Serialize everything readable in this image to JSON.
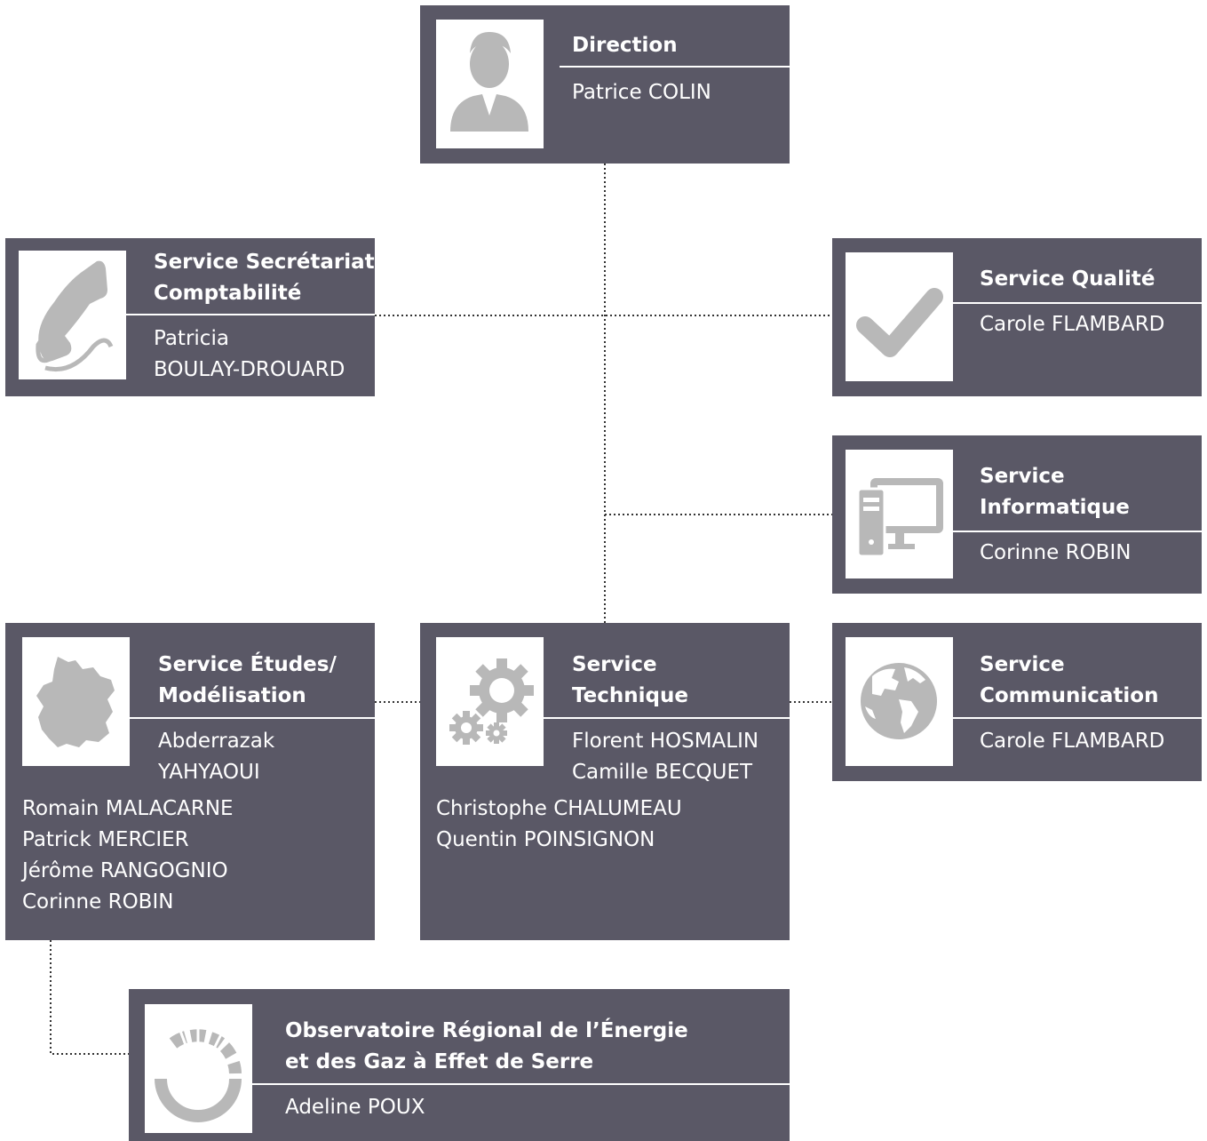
{
  "direction": {
    "title": "Direction",
    "names": [
      "Patrice COLIN"
    ],
    "icon": "person-icon"
  },
  "secretariat": {
    "title_lines": [
      "Service Secrétariat",
      "Comptabilité"
    ],
    "names": [
      "Patricia",
      "BOULAY-DROUARD"
    ],
    "icon": "telephone-icon"
  },
  "qualite": {
    "title_lines": [
      "Service Qualité"
    ],
    "names": [
      "Carole FLAMBARD"
    ],
    "icon": "checkmark-icon"
  },
  "informatique": {
    "title_lines": [
      "Service",
      "Informatique"
    ],
    "names": [
      "Corinne ROBIN"
    ],
    "icon": "computer-icon"
  },
  "etudes": {
    "title_lines": [
      "Service Études/",
      "Modélisation"
    ],
    "names": [
      "Abderrazak",
      "YAHYAOUI"
    ],
    "extra_names": [
      "Romain MALACARNE",
      "Patrick MERCIER",
      "Jérôme RANGOGNIO",
      "Corinne ROBIN"
    ],
    "icon": "region-map-icon"
  },
  "technique": {
    "title_lines": [
      "Service",
      "Technique"
    ],
    "names": [
      "Florent HOSMALIN",
      "Camille BECQUET"
    ],
    "extra_names": [
      "Christophe CHALUMEAU",
      "Quentin POINSIGNON"
    ],
    "icon": "gears-icon"
  },
  "communication": {
    "title_lines": [
      "Service",
      "Communication"
    ],
    "names": [
      "Carole FLAMBARD"
    ],
    "icon": "globe-icon"
  },
  "observatoire": {
    "title_lines": [
      "Observatoire Régional de l’Énergie",
      "et des Gaz à Effet de Serre"
    ],
    "names": [
      "Adeline POUX"
    ],
    "icon": "circular-gauge-icon"
  },
  "colors": {
    "box": "#5a5866",
    "icon_gray": "#b8b8b8",
    "connector": "#333333"
  }
}
